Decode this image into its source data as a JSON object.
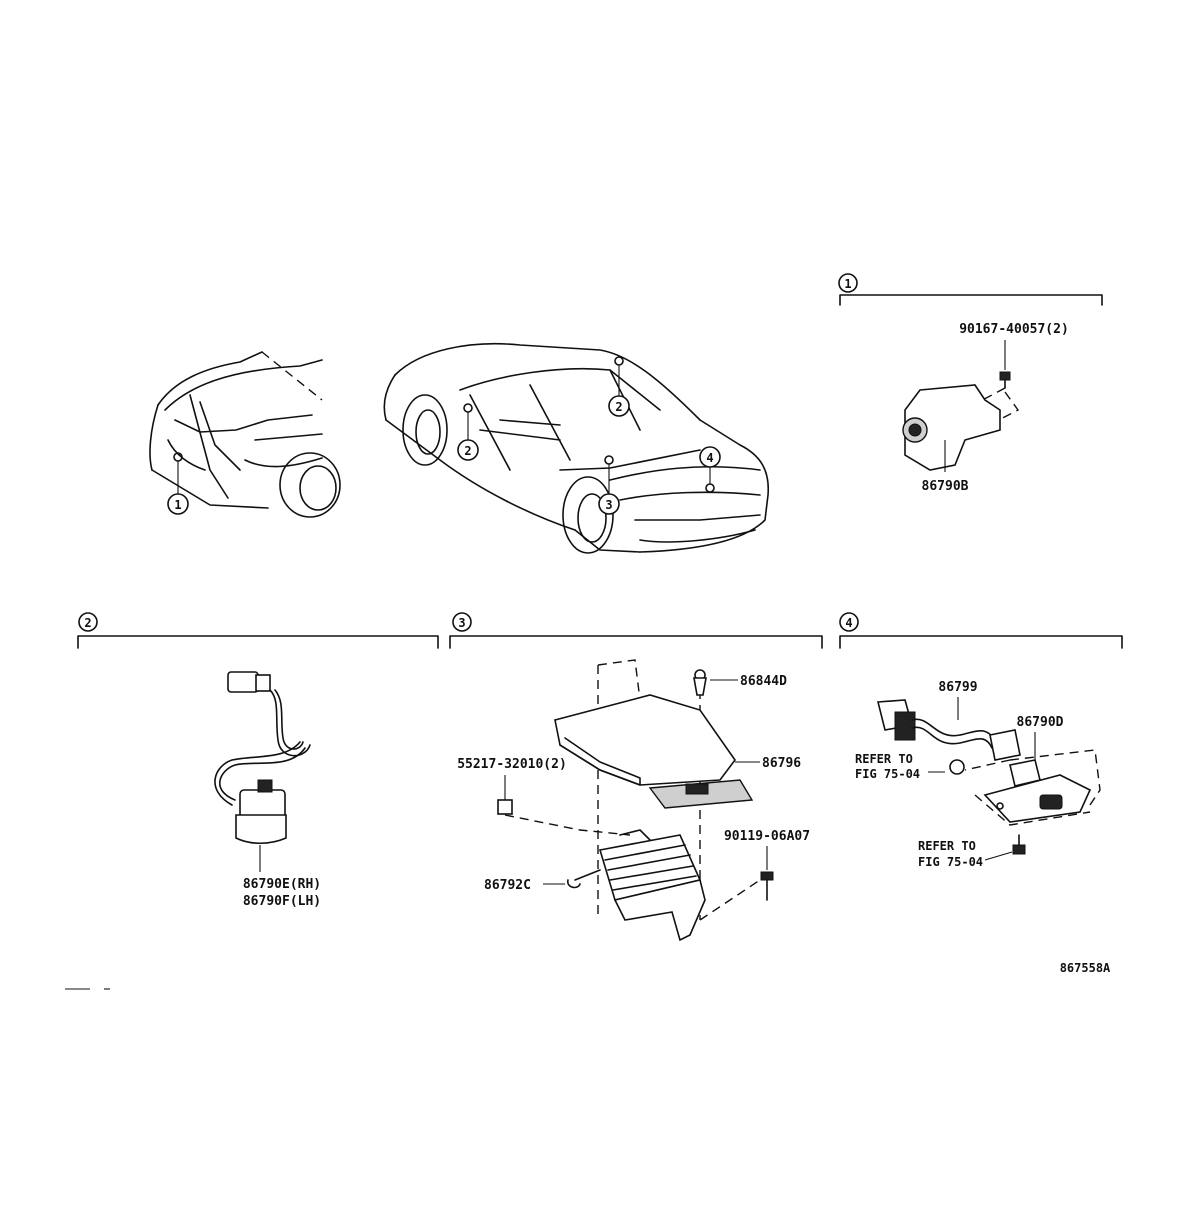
{
  "sections": [
    {
      "id": "1",
      "label": "1"
    },
    {
      "id": "2",
      "label": "2"
    },
    {
      "id": "3",
      "label": "3"
    },
    {
      "id": "4",
      "label": "4"
    }
  ],
  "overview": {
    "front_callout": "1",
    "side_callout_left": "2",
    "side_callout_top": "2",
    "rear_callout_side": "3",
    "rear_callout_trunk": "4"
  },
  "section1": {
    "bolt": "90167-40057(2)",
    "camera": "86790B"
  },
  "section2": {
    "camera_rh": "86790E(RH)",
    "camera_lh": "86790F(LH)"
  },
  "section3": {
    "clip": "86844D",
    "cover": "86796",
    "nut": "55217-32010(2)",
    "screw": "90119-06A07",
    "ecu": "86792C"
  },
  "section4": {
    "harness": "86799",
    "camera": "86790D",
    "refer1_line1": "REFER TO",
    "refer1_line2": "FIG 75-04",
    "refer2_line1": "REFER TO",
    "refer2_line2": "FIG 75-04"
  },
  "figure_id": "867558A"
}
